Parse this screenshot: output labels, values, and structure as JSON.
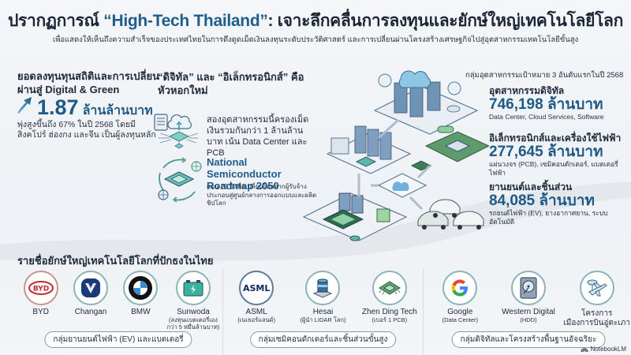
{
  "header": {
    "title_prefix": "ปรากฏการณ์ ",
    "title_highlight": "“High-Tech Thailand”",
    "title_suffix": ": เจาะลึกคลื่นการลงทุนและยักษ์ใหญ่เทคโนโลยีโลก",
    "subtitle": "เพื่อแสดงให้เห็นถึงความสำเร็จของประเทศไทยในการดึงดูดเม็ดเงินลงทุนระดับประวัติศาสตร์ และการเปลี่ยนผ่านโครงสร้างเศรษฐกิจไปสู่อุตสาหกรรมเทคโนโลยีขั้นสูง"
  },
  "investment": {
    "heading": "ยอดลงทุนทุนสถิติและการเปลี่ยนผ่านสู่ Digital & Green",
    "arrow_icon": "trend-up-arrow",
    "value": "1.87",
    "unit": "ล้านล้านบาท",
    "description": "พุ่งสูงขึ้นถึง 67% ในปี 2568 โดยมีสิงคโปร์ ฮ่องกง และจีน เป็นผู้ลงทุนหลัก"
  },
  "middle": {
    "heading": "“ดิจิทัล” และ “อิเล็กทรอนิกส์” คือหัวหอกใหม่",
    "point1_icon": "cloud-chip-icon",
    "point1_text": "สองอุตสาหกรรมนี้ครองเม็ดเงินรวมกันกว่า 1 ล้านล้านบาท เน้น Data Center และ PCB",
    "point2_icon": "chip-cycle-icon",
    "point2_title": "National Semiconductor Roadmap 2050",
    "point2_text": "แผน 25 ปี เพื่อเปลี่ยนไทยจากผู้รับจ้างประกอบสู่ศูนย์กลางการออกแบบและผลิตชิปโลก"
  },
  "targets": {
    "heading": "กลุ่มอุตสาหกรรมเป้าหมาย 3 อันดับแรกในปี 2568",
    "items": [
      {
        "name": "อุตสาหกรรมดิจิทัล",
        "value": "746,198 ล้านบาท",
        "detail": "Data Center, Cloud Services, Software"
      },
      {
        "name": "อิเล็กทรอนิกส์และเครื่องใช้ไฟฟ้า",
        "value": "277,645 ล้านบาท",
        "detail": "แผ่นวงจร (PCB), เซมิคอนดักเตอร์, แบตเตอรี่ไฟฟ้า"
      },
      {
        "name": "ยานยนต์และชิ้นส่วน",
        "value": "84,085 ล้านบาท",
        "detail": "รถยนต์ไฟฟ้า (EV), ยางอากาศยาน, ระบบอัตโนมัติ"
      }
    ]
  },
  "giants": {
    "heading": "รายชื่อยักษ์ใหญ่เทคโนโลยีโลกที่ปักธงในไทย",
    "groups": [
      {
        "label": "กลุ่มยานยนต์ไฟฟ้า (EV) และแบตเตอรี่",
        "companies": [
          {
            "name": "BYD",
            "sub": ""
          },
          {
            "name": "Changan",
            "sub": ""
          },
          {
            "name": "BMW",
            "sub": ""
          },
          {
            "name": "Sunwoda",
            "sub": "(ลงทุนแบตเตอรี่เอง กว่า 5 หมื่นล้านบาท)"
          }
        ]
      },
      {
        "label": "กลุ่มเซมิคอนดักเตอร์และชิ้นส่วนขั้นสูง",
        "companies": [
          {
            "name": "ASML",
            "sub": "(เนเธอร์แลนด์)"
          },
          {
            "name": "Hesai",
            "sub": "(ผู้นำ LIDAR โลก)"
          },
          {
            "name": "Zhen Ding Tech",
            "sub": "(เบอร์ 1 PCB)"
          }
        ]
      },
      {
        "label": "กลุ่มดิจิทัลและโครงสร้างพื้นฐานอัจฉริยะ",
        "companies": [
          {
            "name": "Google",
            "sub": "(Data Center)"
          },
          {
            "name": "Western Digital",
            "sub": "(HDD)"
          },
          {
            "name": "โครงการ",
            "sub": "เมืองการบินอู่ตะเภา"
          }
        ]
      }
    ]
  },
  "brand": {
    "label": "NotebookLM"
  },
  "colors": {
    "accent": "#1e5a86",
    "title_highlight": "#1f5d8c",
    "text": "#1e2a3a"
  }
}
